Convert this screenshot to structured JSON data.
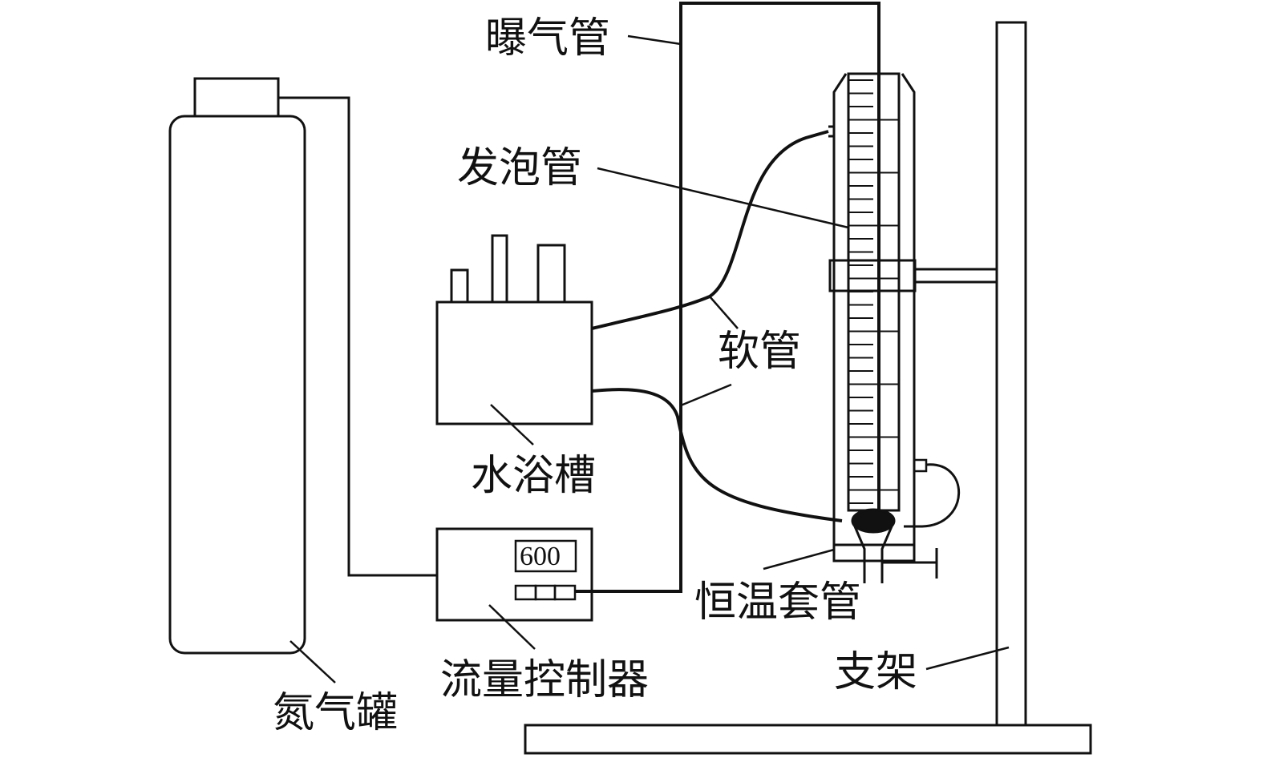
{
  "labels": {
    "aeration_tube": "曝气管",
    "foaming_tube": "发泡管",
    "hose": "软管",
    "water_bath": "水浴槽",
    "constant_temp_jacket": "恒温套管",
    "flow_controller": "流量控制器",
    "nitrogen_tank": "氮气罐",
    "stand": "支架"
  },
  "flow_display_value": "600",
  "colors": {
    "stroke": "#111111",
    "background": "#ffffff",
    "bubble_fill": "#111111"
  }
}
